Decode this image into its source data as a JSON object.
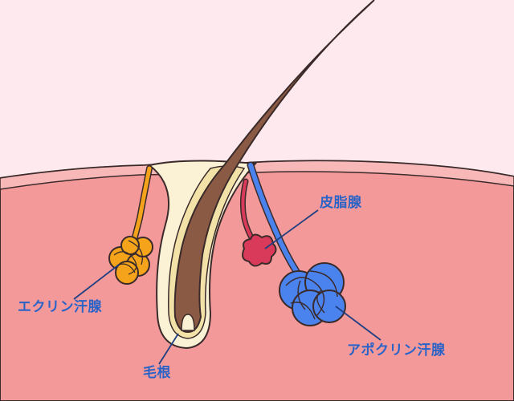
{
  "labels": {
    "sebaceous_gland": "皮脂腺",
    "eccrine_sweat_gland": "エクリン汗腺",
    "apocrine_sweat_gland": "アポクリン汗腺",
    "hair_root": "毛根"
  },
  "colors": {
    "background": "#fde9ee",
    "skin": "#f4999a",
    "skin_outline": "#3a2a2a",
    "hair": "#8a5a44",
    "follicle_inner": "#f3e2a7",
    "follicle_outer": "#fbf2d6",
    "eccrine_gland": "#f5a31a",
    "sebaceous_gland": "#d93a5a",
    "apocrine_gland": "#4a82ee",
    "label_text": "#2a63c7",
    "leader_line": "#1f3f80"
  }
}
